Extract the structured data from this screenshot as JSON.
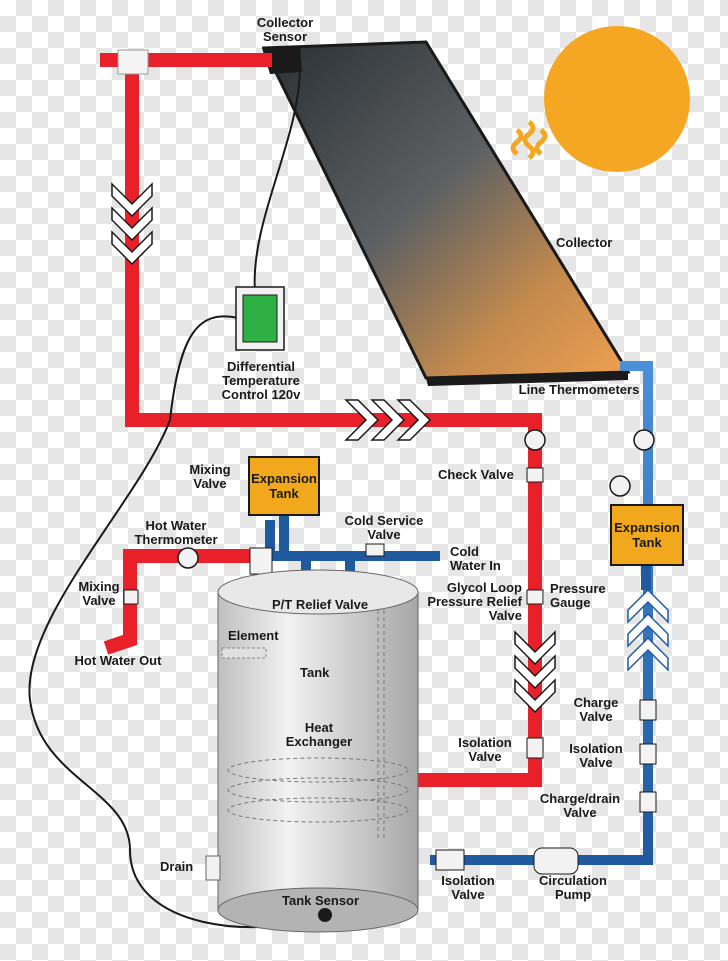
{
  "colors": {
    "hot_pipe": "#e8202a",
    "cold_pipe": "#1f5a9e",
    "cold_pipe_light": "#4a90d9",
    "sun": "#f5a623",
    "control_screen": "#2eb045",
    "expansion_tank": "#f2a81d",
    "tank_body": "#d9d9d9"
  },
  "labels": {
    "collector_sensor": "Collector Sensor",
    "collector": "Collector",
    "differential_control": "Differential Temperature Control 120v",
    "line_thermometers": "Line Thermometers",
    "check_valve": "Check Valve",
    "expansion_tank_left": "Expansion Tank",
    "expansion_tank_right": "Expansion Tank",
    "mixing_valve_top": "Mixing Valve",
    "hot_water_thermometer": "Hot Water Thermometer",
    "cold_service_valve": "Cold Service Valve",
    "cold_water_in": "Cold Water In",
    "pressure_gauge": "Pressure Gauge",
    "mixing_valve_left": "Mixing Valve",
    "glycol_relief": "Glycol Loop Pressure Relief Valve",
    "pt_relief": "P/T Relief Valve",
    "element": "Element",
    "hot_water_out": "Hot Water Out",
    "tank": "Tank",
    "charge_valve": "Charge Valve",
    "heat_exchanger": "Heat Exchanger",
    "isolation_valve_mid": "Isolation Valve",
    "isolation_valve_right": "Isolation Valve",
    "charge_drain_valve": "Charge/drain Valve",
    "drain": "Drain",
    "isolation_valve_bottom": "Isolation Valve",
    "circulation_pump": "Circulation Pump",
    "tank_sensor": "Tank Sensor"
  },
  "icons": [
    "sun-icon",
    "heat-waves-icon",
    "flow-arrow-icon",
    "thermometer-icon",
    "valve-icon",
    "pump-icon"
  ]
}
